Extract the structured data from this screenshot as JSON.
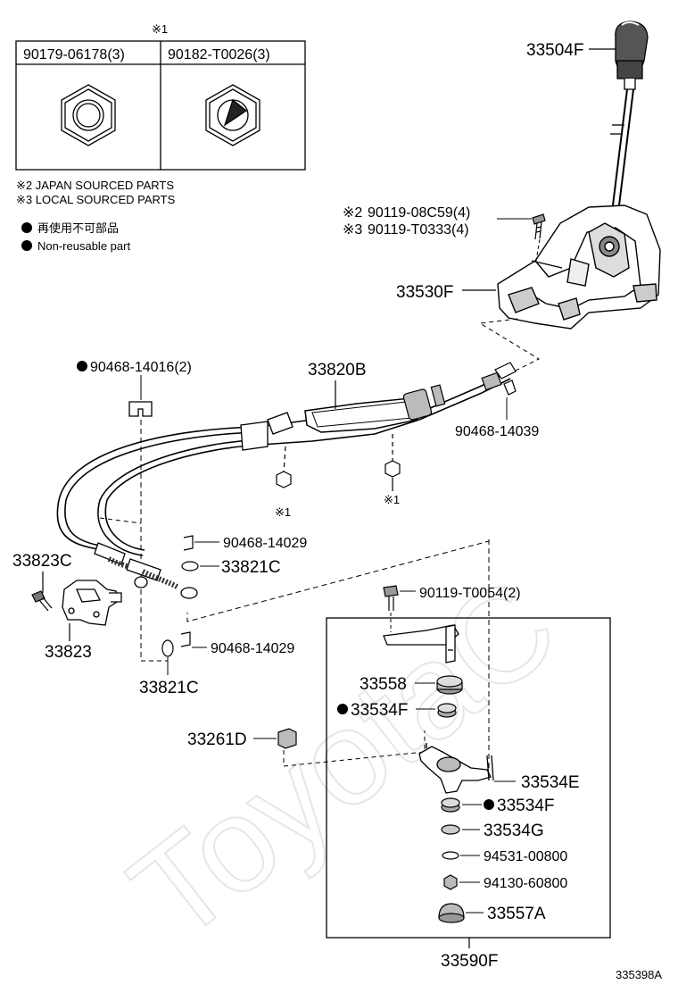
{
  "header_table": {
    "marker": "※1",
    "parts": [
      "90179-06178(3)",
      "90182-T0026(3)"
    ]
  },
  "legend": {
    "note2": "※2 JAPAN SOURCED PARTS",
    "note3": "※3 LOCAL SOURCED PARTS",
    "nonreusable_jp": "再使用不可部品",
    "nonreusable_en": "Non-reusable part"
  },
  "labels": {
    "p33504F": "33504F",
    "p90119_08C59": "90119-08C59(4)",
    "p90119_T0333": "90119-T0333(4)",
    "mark2": "※2",
    "mark3": "※3",
    "p33530F": "33530F",
    "p90468_14016": "90468-14016(2)",
    "p33820B": "33820B",
    "p90468_14039": "90468-14039",
    "mark1_left": "※1",
    "mark1_right": "※1",
    "p90468_14029_a": "90468-14029",
    "p33821C_a": "33821C",
    "p33823C": "33823C",
    "p33823": "33823",
    "p90119_T0054": "90119-T0054(2)",
    "p90468_14029_b": "90468-14029",
    "p33821C_b": "33821C",
    "p33558": "33558",
    "p33534F_a": "33534F",
    "p33261D": "33261D",
    "p33534E": "33534E",
    "p33534F_b": "33534F",
    "p33534G": "33534G",
    "p94531_00800": "94531-00800",
    "p94130_60800": "94130-60800",
    "p33557A": "33557A",
    "p33590F": "33590F"
  },
  "diagram_id": "335398A",
  "watermark": "ToyotaC"
}
